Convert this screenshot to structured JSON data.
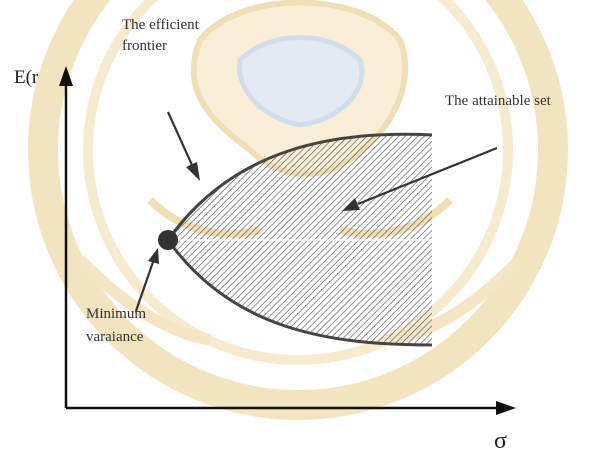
{
  "labels": {
    "y_axis": "E(r",
    "x_axis": "σ",
    "efficient_frontier_line1": "The efficient",
    "efficient_frontier_line2": "frontier",
    "attainable_set": "The attainable set",
    "minimum_variance_line1": "Minimum",
    "minimum_variance_line2": "varaiance"
  },
  "colors": {
    "watermark": "#e9cf8c",
    "watermark_blue": "#aec3dc",
    "curve": "#444444",
    "hatch": "#555555",
    "axis": "#111111",
    "point": "#333333"
  },
  "icons": {
    "watermark": "university-seal-watermark"
  }
}
